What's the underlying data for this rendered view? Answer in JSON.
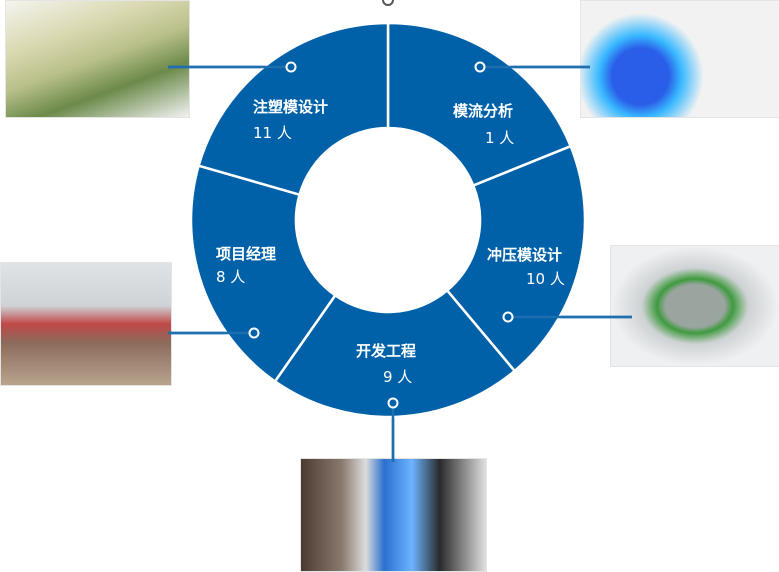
{
  "colors": {
    "segment": "#0061a8",
    "divider": "#ffffff",
    "connector": "#1f6fb0"
  },
  "segments": [
    {
      "name": "模流分析",
      "count": "1 人"
    },
    {
      "name": "冲压模设计",
      "count": "10 人"
    },
    {
      "name": "开发工程",
      "count": "9 人"
    },
    {
      "name": "项目经理",
      "count": "8 人"
    },
    {
      "name": "注塑模设计",
      "count": "11 人"
    }
  ],
  "photos": [
    "injection-mold-3d-model",
    "mold-flow-simulation",
    "stamping-die-3d-model",
    "engineer-at-workstation",
    "project-team-meeting"
  ]
}
